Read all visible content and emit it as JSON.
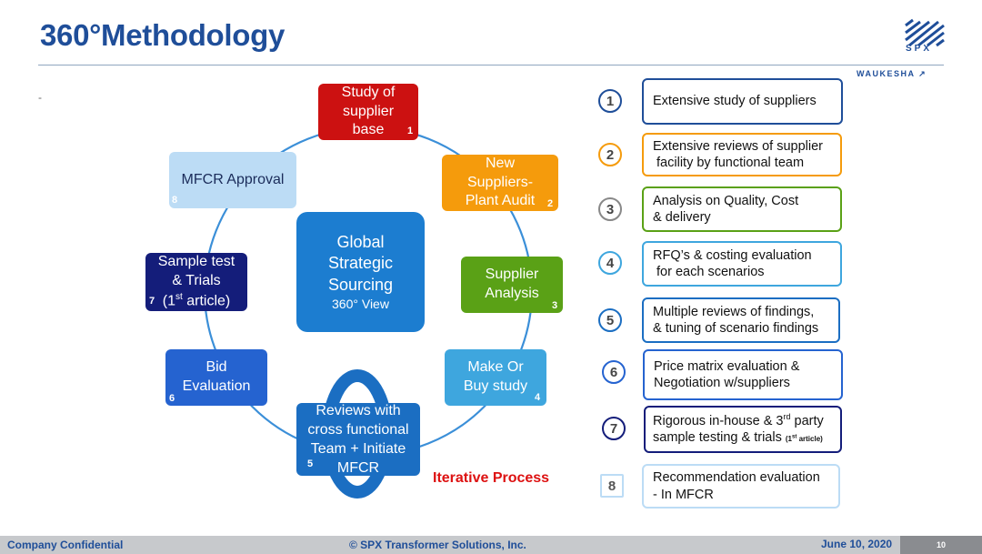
{
  "header": {
    "title": "360°Methodology",
    "dash": "-",
    "logo_name": "SPX",
    "logo_sub": "WAUKESHA"
  },
  "cycle": {
    "center": {
      "line1": "Global",
      "line2": "Strategic",
      "line3": "Sourcing",
      "line4": "360° View"
    },
    "steps": [
      {
        "lines": [
          "Study of",
          "supplier",
          "base"
        ],
        "num": "1"
      },
      {
        "lines": [
          "New",
          "Suppliers-",
          "Plant Audit"
        ],
        "num": "2"
      },
      {
        "lines": [
          "Supplier",
          "Analysis"
        ],
        "num": "3"
      },
      {
        "lines": [
          "Make Or",
          "Buy study"
        ],
        "num": "4"
      },
      {
        "lines": [
          "Reviews with",
          "cross functional",
          "Team + Initiate",
          "MFCR"
        ],
        "num": "5"
      },
      {
        "lines": [
          "Bid",
          "Evaluation"
        ],
        "num": "6"
      },
      {
        "lines": [
          "Sample test",
          "& Trials",
          "(1",
          "st",
          " article)"
        ],
        "num": "7"
      },
      {
        "lines": [
          "MFCR Approval"
        ],
        "num": "8"
      }
    ],
    "iterative_label": "Iterative Process"
  },
  "details": [
    {
      "num": "1",
      "lines": [
        "Extensive study of suppliers"
      ],
      "color": "#1f4e99"
    },
    {
      "num": "2",
      "lines": [
        "Extensive reviews of supplier",
        " facility by functional team"
      ],
      "color": "#f59b0c"
    },
    {
      "num": "3",
      "lines": [
        "Analysis on Quality, Cost",
        "& delivery"
      ],
      "color": "#5aa116"
    },
    {
      "num": "4",
      "lines": [
        "RFQ’s & costing evaluation",
        " for each scenarios"
      ],
      "color": "#3ea6de"
    },
    {
      "num": "5",
      "lines": [
        "Multiple reviews of findings,",
        "& tuning of scenario findings"
      ],
      "color": "#1b6ec2"
    },
    {
      "num": "6",
      "lines": [
        "Price matrix evaluation &",
        "Negotiation w/suppliers"
      ],
      "color": "#2563d0"
    },
    {
      "num": "7",
      "lines": [
        "Rigorous in-house & 3",
        "rd",
        " party",
        "sample testing & trials ",
        "(1",
        "st",
        " article)"
      ],
      "color": "#141d7a"
    },
    {
      "num": "8",
      "lines": [
        "Recommendation evaluation",
        "- In MFCR"
      ],
      "color": "#bcdcf5"
    }
  ],
  "footer": {
    "left": "Company Confidential",
    "middle": "© SPX Transformer Solutions, Inc.",
    "date": "June 10, 2020",
    "page": "10"
  }
}
